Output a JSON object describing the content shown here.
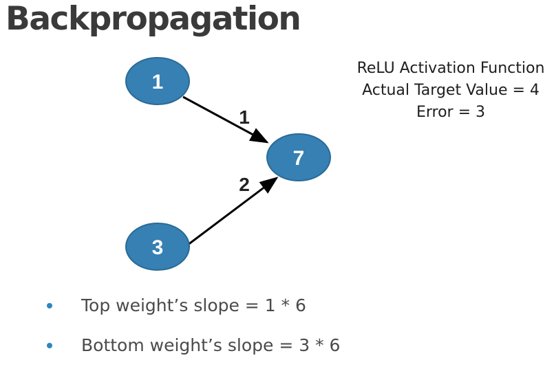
{
  "title": "Backpropagation",
  "nodes": {
    "input_top": "1",
    "input_bottom": "3",
    "output": "7"
  },
  "edges": {
    "top_weight": "1",
    "bottom_weight": "2"
  },
  "info": {
    "line1": "ReLU Activation Function",
    "line2": "Actual Target Value = 4",
    "line3": "Error = 3"
  },
  "bullets": [
    "Top weight’s slope = 1 * 6",
    "Bottom weight’s slope = 3 * 6"
  ],
  "colors": {
    "node_fill": "#3680b3",
    "node_stroke": "#2a6a96",
    "bullet_dot": "#2e86c1",
    "title": "#3a3a3a"
  }
}
